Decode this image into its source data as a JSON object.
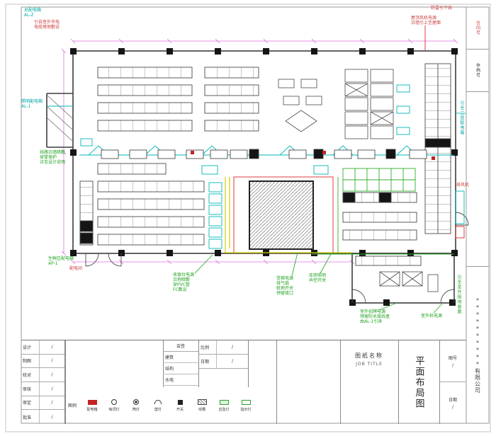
{
  "annotations": {
    "main_panel": {
      "l1": "总配电箱",
      "l2": "AL-Z"
    },
    "incoming": {
      "l1": "引自室外市电",
      "l2": "电缆埋地敷设"
    },
    "lighting_panel": {
      "l1": "照明配电箱",
      "l2": "AL-1"
    },
    "left_note": {
      "l1": "线路沿墙暗敷",
      "l2": "穿管保护",
      "l3": "详见设计说明"
    },
    "fresh_panel": {
      "l1": "生鲜区配电箱",
      "l2": "AP-1"
    },
    "dist_room": {
      "l1": "配电间"
    },
    "roof_fan": {
      "l1": "屋顶风机电源",
      "l2": "沿墙引上至屋面"
    },
    "lightning": {
      "l1": "防雷引下线"
    },
    "to_2f": {
      "l1": "引至二层配电箱"
    },
    "exhaust_fan": {
      "l1": "排风机"
    },
    "grounding": {
      "l1": "引至室外接地装置"
    },
    "cashier_note": {
      "l1": "收银台电源",
      "l2": "沿地暗敷",
      "l3": "穿PVC管",
      "l4": "FC敷设"
    },
    "lift_note": {
      "l1": "货梯电源",
      "l2": "排气扇",
      "l3": "就地开关",
      "l4": "预留接口"
    },
    "store_note": {
      "l1": "库房照明",
      "l2": "声控开关"
    },
    "sign_note": {
      "l1": "室外招牌电源",
      "l2": "预留防水接线盒",
      "l3": "由AL-1引来"
    },
    "outdoor_unit": {
      "l1": "室外机电源"
    }
  },
  "titleblock": {
    "company": "**********有限公司",
    "contract_label": "合同号",
    "archive_label": "存档号",
    "name_label": "图纸名称",
    "name_label_en": "JOB TITLE",
    "drawing_title": "平面布局图",
    "sheet_no_label": "图号",
    "sheet_no_value": "/",
    "date_label": "日期",
    "date_value": "/",
    "scale_label": "比例",
    "scale_value": "/",
    "hq_label": "会签",
    "hq_items": [
      "建筑",
      "结构",
      "水电"
    ],
    "sign_rows": [
      {
        "label": "设计",
        "value": "/"
      },
      {
        "label": "制图",
        "value": "/"
      },
      {
        "label": "校对",
        "value": "/"
      },
      {
        "label": "审核",
        "value": "/"
      },
      {
        "label": "审定",
        "value": "/"
      },
      {
        "label": "批准",
        "value": "/"
      }
    ],
    "legend_title": "图例",
    "legend": [
      {
        "label": "配电箱"
      },
      {
        "label": "吸顶灯"
      },
      {
        "label": "筒灯"
      },
      {
        "label": "壁灯"
      },
      {
        "label": "开关"
      },
      {
        "label": "线槽"
      },
      {
        "label": "应急灯"
      },
      {
        "label": "指示灯"
      }
    ]
  }
}
